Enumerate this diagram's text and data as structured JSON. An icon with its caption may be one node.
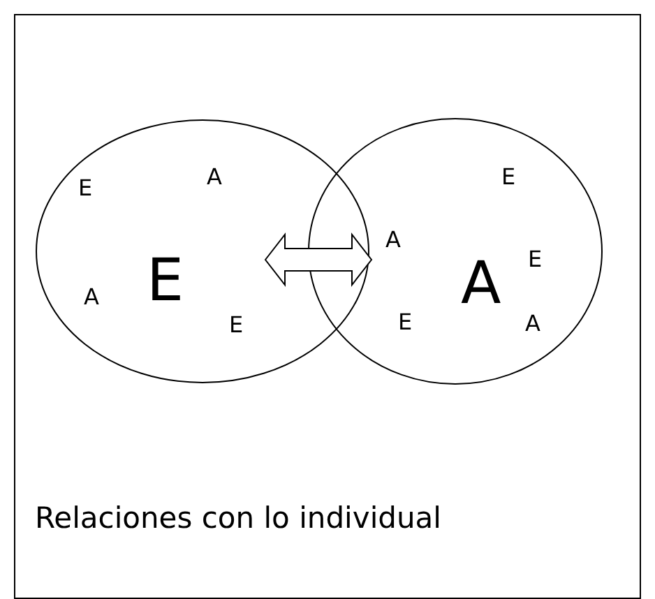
{
  "diagram": {
    "caption": "Relaciones con lo individual",
    "nodes": [
      {
        "text": [
          "E"
        ]
      },
      {
        "text": [
          "A"
        ]
      }
    ],
    "edges": [
      {
        "from": 0,
        "to": 1,
        "arrow": "both"
      }
    ],
    "labels": [
      "A",
      "E",
      "E",
      "A",
      "E",
      "A",
      "E",
      "E",
      "A"
    ]
  }
}
